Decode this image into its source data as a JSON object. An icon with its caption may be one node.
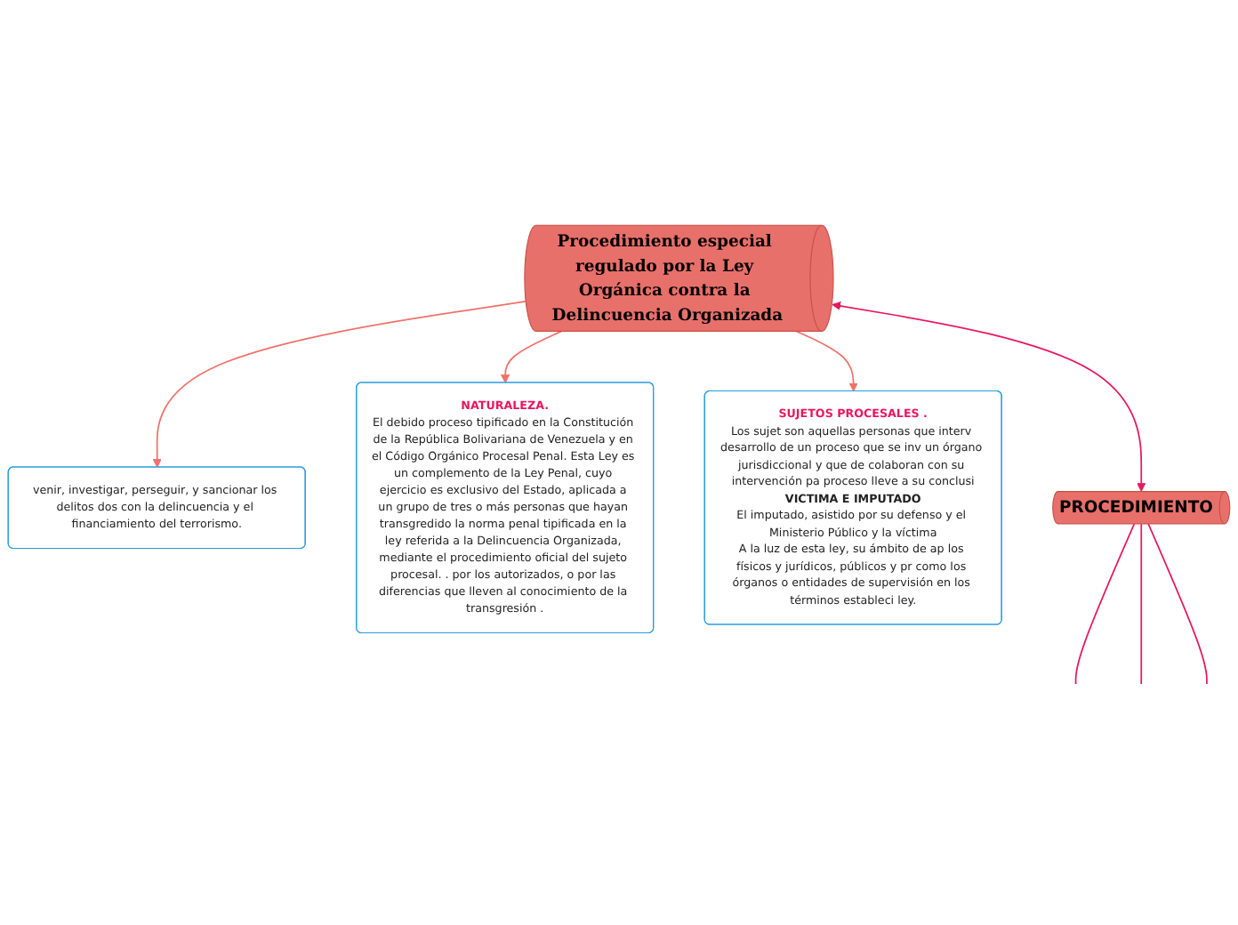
{
  "diagram": {
    "nodes": [
      {
        "text": [
          "Procedimiento especial regulado por la Ley Orgánica contra la Delincuencia Organizada"
        ]
      },
      {
        "text": [
          "venir, investigar, perseguir, y sancionar los delitos dos con la delincuencia y el financiamiento del terrorismo."
        ]
      },
      {
        "text": [
          "NATURALEZA.",
          "El debido proceso tipificado en la Constitución de la República Bolivariana de Venezuela y en el Código Orgánico Procesal Penal. Esta Ley es un complemento de la Ley Penal, cuyo ejercicio es exclusivo del Estado, aplicada a un grupo de tres o más personas que hayan transgredido la norma penal tipificada en la ley referida a la Delincuencia Organizada, mediante el procedimiento oficial del sujeto procesal. . por los autorizados, o por las diferencias que lleven al conocimiento de la transgresión ."
        ]
      },
      {
        "text": [
          "SUJETOS PROCESALES .",
          "Los sujet son aquellas personas que interv desarrollo de un proceso que se inv un órgano jurisdiccional y que de colaboran con su intervención pa proceso lleve a su conclusi",
          "VICTIMA E IMPUTADO",
          "El imputado, asistido por su defenso y el Ministerio Público y la víctima",
          "A la luz de esta ley, su ámbito de ap los físicos y jurídicos, públicos y pr como los órganos o entidades de supervisión en los términos estableci ley."
        ]
      },
      {
        "text": [
          "PROCEDIMIENTO"
        ]
      }
    ],
    "edges": [
      {
        "from": 0,
        "to": 1,
        "arrow": "to",
        "color": "#f2706a"
      },
      {
        "from": 0,
        "to": 2,
        "arrow": "to",
        "color": "#f2706a"
      },
      {
        "from": 0,
        "to": 3,
        "arrow": "to",
        "color": "#f2706a"
      },
      {
        "from": 0,
        "to": 4,
        "arrow": "both"
      },
      {
        "from": 4,
        "to": null,
        "arrow": "none"
      },
      {
        "from": 4,
        "to": null,
        "arrow": "none"
      },
      {
        "from": 4,
        "to": null,
        "arrow": "none"
      }
    ]
  }
}
